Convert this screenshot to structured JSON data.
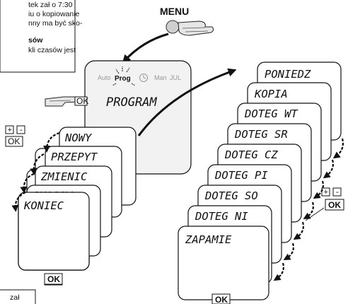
{
  "doc_top": {
    "line1": "tek zał o 7:30",
    "line2": "iu o kopiowanie",
    "line3": "nny ma być sko-",
    "heading": "sów",
    "line4": "kli czasów jest"
  },
  "menu_label": "MENU",
  "main_display": {
    "modes": [
      "Auto",
      "Prog",
      "Man",
      "JUL"
    ],
    "title": "PROGRAM"
  },
  "left_menu": {
    "items": [
      "NOWY",
      "PRZEPYT",
      "ZMIENIC",
      "SKASOW",
      "KONIEC"
    ],
    "ok": "OK",
    "plus": "+",
    "minus": "-"
  },
  "right_menu": {
    "items": [
      "PONIEDZ",
      "KOPIA",
      "DOTEG WT",
      "DOTEG SR",
      "DOTEG CZ",
      "DOTEG PI",
      "DOTEG SO",
      "DOTEG NI",
      "ZAPAMIE"
    ],
    "ok": "OK",
    "plus": "+",
    "minus": "-"
  },
  "hand_ok": "OK",
  "doc_bottom": "zał"
}
